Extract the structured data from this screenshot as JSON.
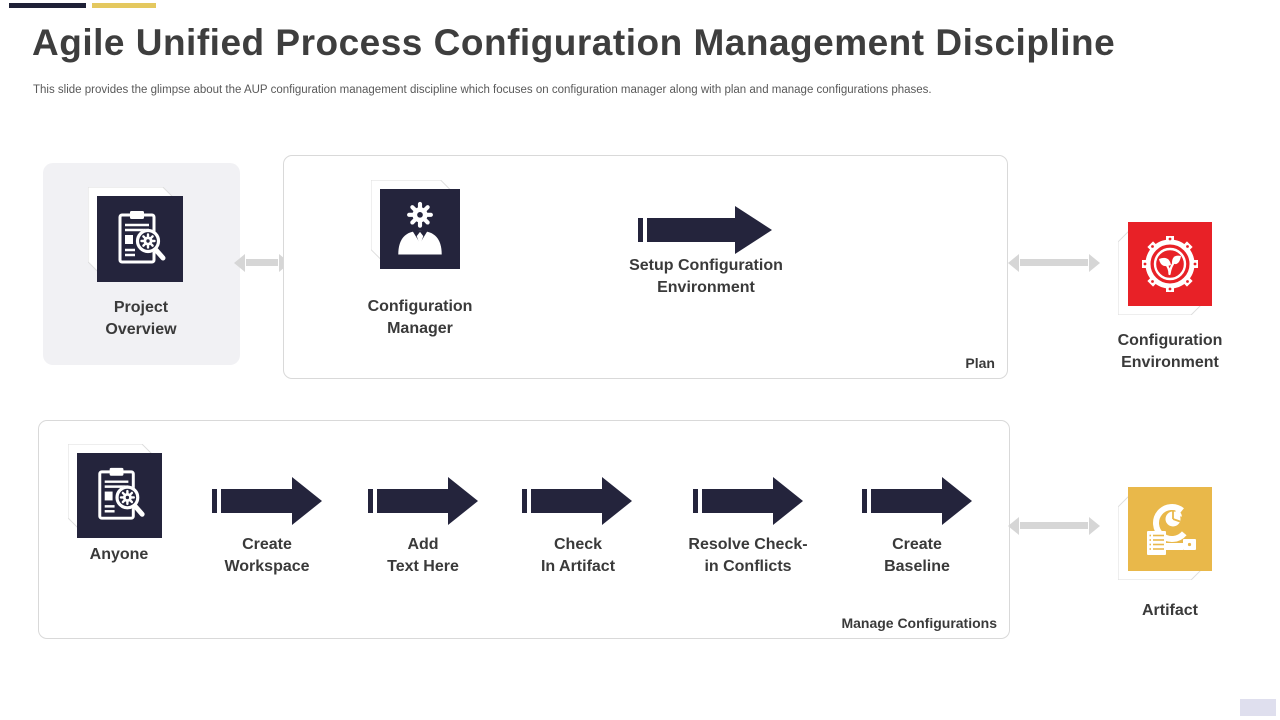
{
  "slide": {
    "title": "Agile Unified Process Configuration Management Discipline",
    "subtitle": "This slide provides the glimpse about the AUP configuration management discipline which focuses on configuration manager along with plan and manage configurations phases."
  },
  "colors": {
    "icon_navy": "#24243c",
    "accent_navy_bar": "#1f2137",
    "accent_gold_bar": "#e4c85f",
    "environment_red": "#e82127",
    "artifact_gold": "#e9b84a",
    "connector_gray": "#d6d6d6",
    "footer_marker": "#dfdfee"
  },
  "project_overview": {
    "label": "Project\nOverview",
    "icon": "clipboard-search-icon"
  },
  "plan_phase": {
    "tag": "Plan",
    "actor_label": "Configuration\nManager",
    "actor_icon": "manager-gear-icon",
    "step_label": "Setup Configuration\nEnvironment"
  },
  "configuration_environment": {
    "label": "Configuration\nEnvironment",
    "icon": "eco-gear-icon"
  },
  "manage_phase": {
    "tag": "Manage Configurations",
    "actor_label": "Anyone",
    "actor_icon": "clipboard-search-icon",
    "steps": [
      {
        "label": "Create\nWorkspace"
      },
      {
        "label": "Add\nText Here"
      },
      {
        "label": "Check\nIn Artifact"
      },
      {
        "label": "Resolve Check-\nin Conflicts"
      },
      {
        "label": "Create\nBaseline"
      }
    ]
  },
  "artifact": {
    "label": "Artifact",
    "icon": "chart-document-icon"
  }
}
